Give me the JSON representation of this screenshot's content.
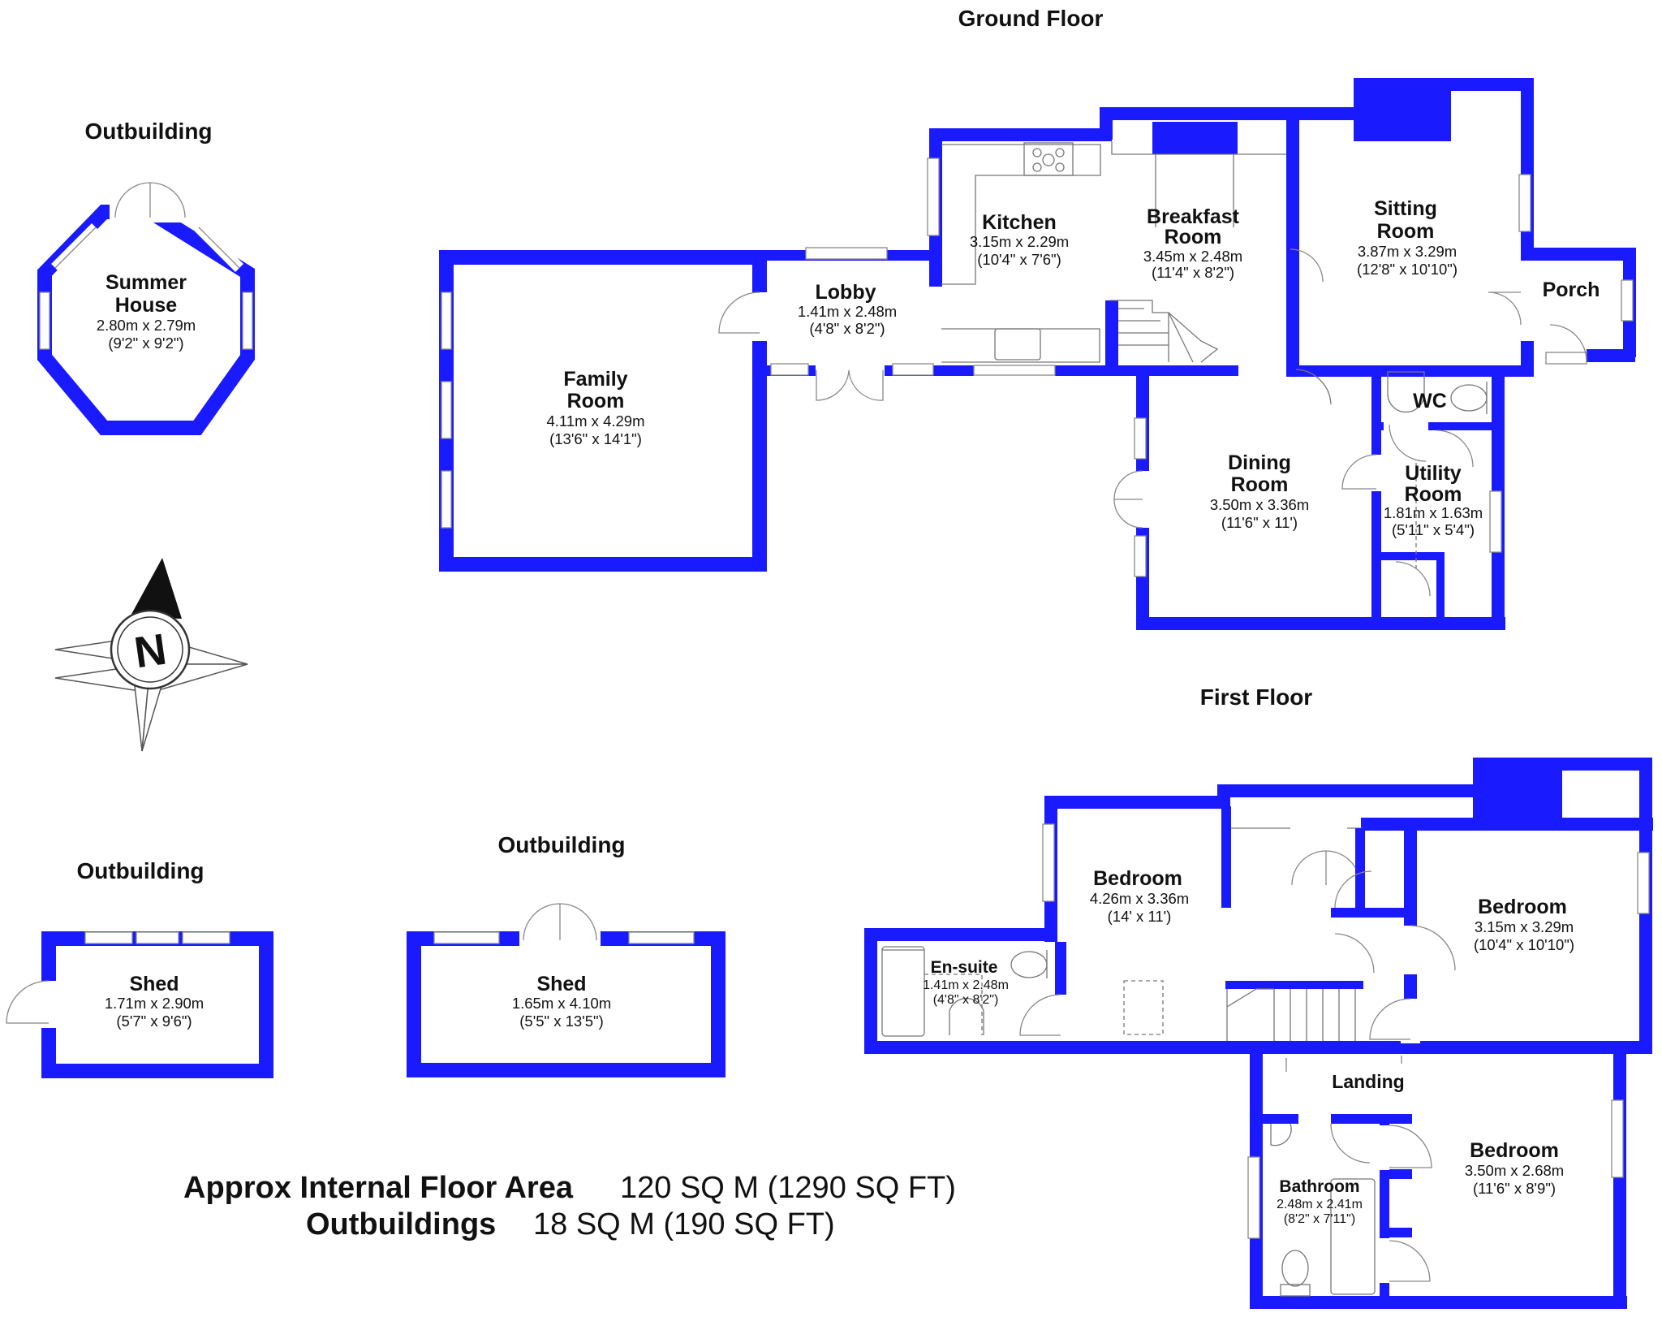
{
  "titles": {
    "ground_floor": "Ground Floor",
    "first_floor": "First Floor",
    "outbuilding_summer": "Outbuilding",
    "outbuilding_shed1": "Outbuilding",
    "outbuilding_shed2": "Outbuilding"
  },
  "rooms": {
    "summer_house": {
      "name1": "Summer",
      "name2": "House",
      "dim_m": "2.80m x 2.79m",
      "dim_ft": "(9'2\" x 9'2\")"
    },
    "family_room": {
      "name1": "Family",
      "name2": "Room",
      "dim_m": "4.11m x 4.29m",
      "dim_ft": "(13'6\" x 14'1\")"
    },
    "lobby": {
      "name": "Lobby",
      "dim_m": "1.41m x 2.48m",
      "dim_ft": "(4'8\" x 8'2\")"
    },
    "kitchen": {
      "name": "Kitchen",
      "dim_m": "3.15m x 2.29m",
      "dim_ft": "(10'4\" x 7'6\")"
    },
    "breakfast_room": {
      "name1": "Breakfast",
      "name2": "Room",
      "dim_m": "3.45m x 2.48m",
      "dim_ft": "(11'4\" x 8'2\")"
    },
    "sitting_room": {
      "name1": "Sitting",
      "name2": "Room",
      "dim_m": "3.87m x 3.29m",
      "dim_ft": "(12'8\" x 10'10\")"
    },
    "porch": {
      "name": "Porch"
    },
    "wc": {
      "name": "WC"
    },
    "utility_room": {
      "name1": "Utility",
      "name2": "Room",
      "dim_m": "1.81m x 1.63m",
      "dim_ft": "(5'11\" x 5'4\")"
    },
    "dining_room": {
      "name1": "Dining",
      "name2": "Room",
      "dim_m": "3.50m x 3.36m",
      "dim_ft": "(11'6\" x 11')"
    },
    "shed1": {
      "name": "Shed",
      "dim_m": "1.71m x 2.90m",
      "dim_ft": "(5'7\" x 9'6\")"
    },
    "shed2": {
      "name": "Shed",
      "dim_m": "1.65m x 4.10m",
      "dim_ft": "(5'5\" x 13'5\")"
    },
    "bedroom1": {
      "name": "Bedroom",
      "dim_m": "4.26m x 3.36m",
      "dim_ft": "(14' x 11')"
    },
    "ensuite": {
      "name": "En-suite",
      "dim_m": "1.41m x 2.48m",
      "dim_ft": "(4'8\" x 8'2\")"
    },
    "bedroom2": {
      "name": "Bedroom",
      "dim_m": "3.15m x 3.29m",
      "dim_ft": "(10'4\" x 10'10\")"
    },
    "landing": {
      "name": "Landing"
    },
    "bedroom3": {
      "name": "Bedroom",
      "dim_m": "3.50m x 2.68m",
      "dim_ft": "(11'6\" x 8'9\")"
    },
    "bathroom": {
      "name": "Bathroom",
      "dim_m": "2.48m x 2.41m",
      "dim_ft": "(8'2\" x 7'11\")"
    }
  },
  "compass": {
    "letter": "N"
  },
  "areas": {
    "internal_label": "Approx Internal Floor Area",
    "internal_value": "120 SQ M (1290 SQ FT)",
    "outbuildings_label": "Outbuildings",
    "outbuildings_value": "18 SQ M (190 SQ FT)"
  },
  "colors": {
    "wall": "#1a1aff",
    "fixture": "#777777",
    "text": "#111111"
  }
}
